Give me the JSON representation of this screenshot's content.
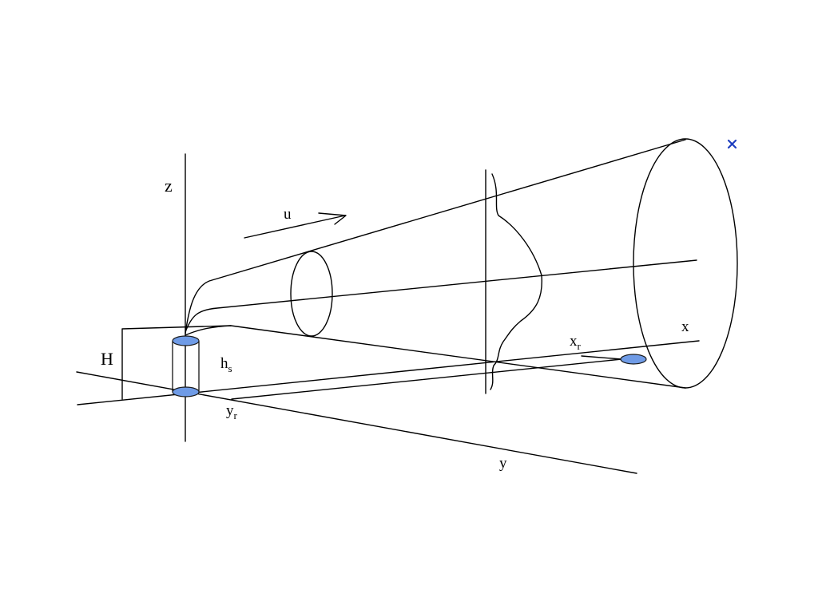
{
  "colors": {
    "background": "#ffffff",
    "line": "#000000",
    "source_disk": "#6f9be6",
    "close_icon": "#1f3fbf"
  },
  "icons": {
    "close": "close-x-icon"
  },
  "labels": {
    "z": "z",
    "u": "u",
    "x": "x",
    "y": "y",
    "H": "H",
    "h_base": "h",
    "h_sub": "s",
    "xr_base": "x",
    "xr_sub": "r",
    "yr_base": "y",
    "yr_sub": "r"
  }
}
